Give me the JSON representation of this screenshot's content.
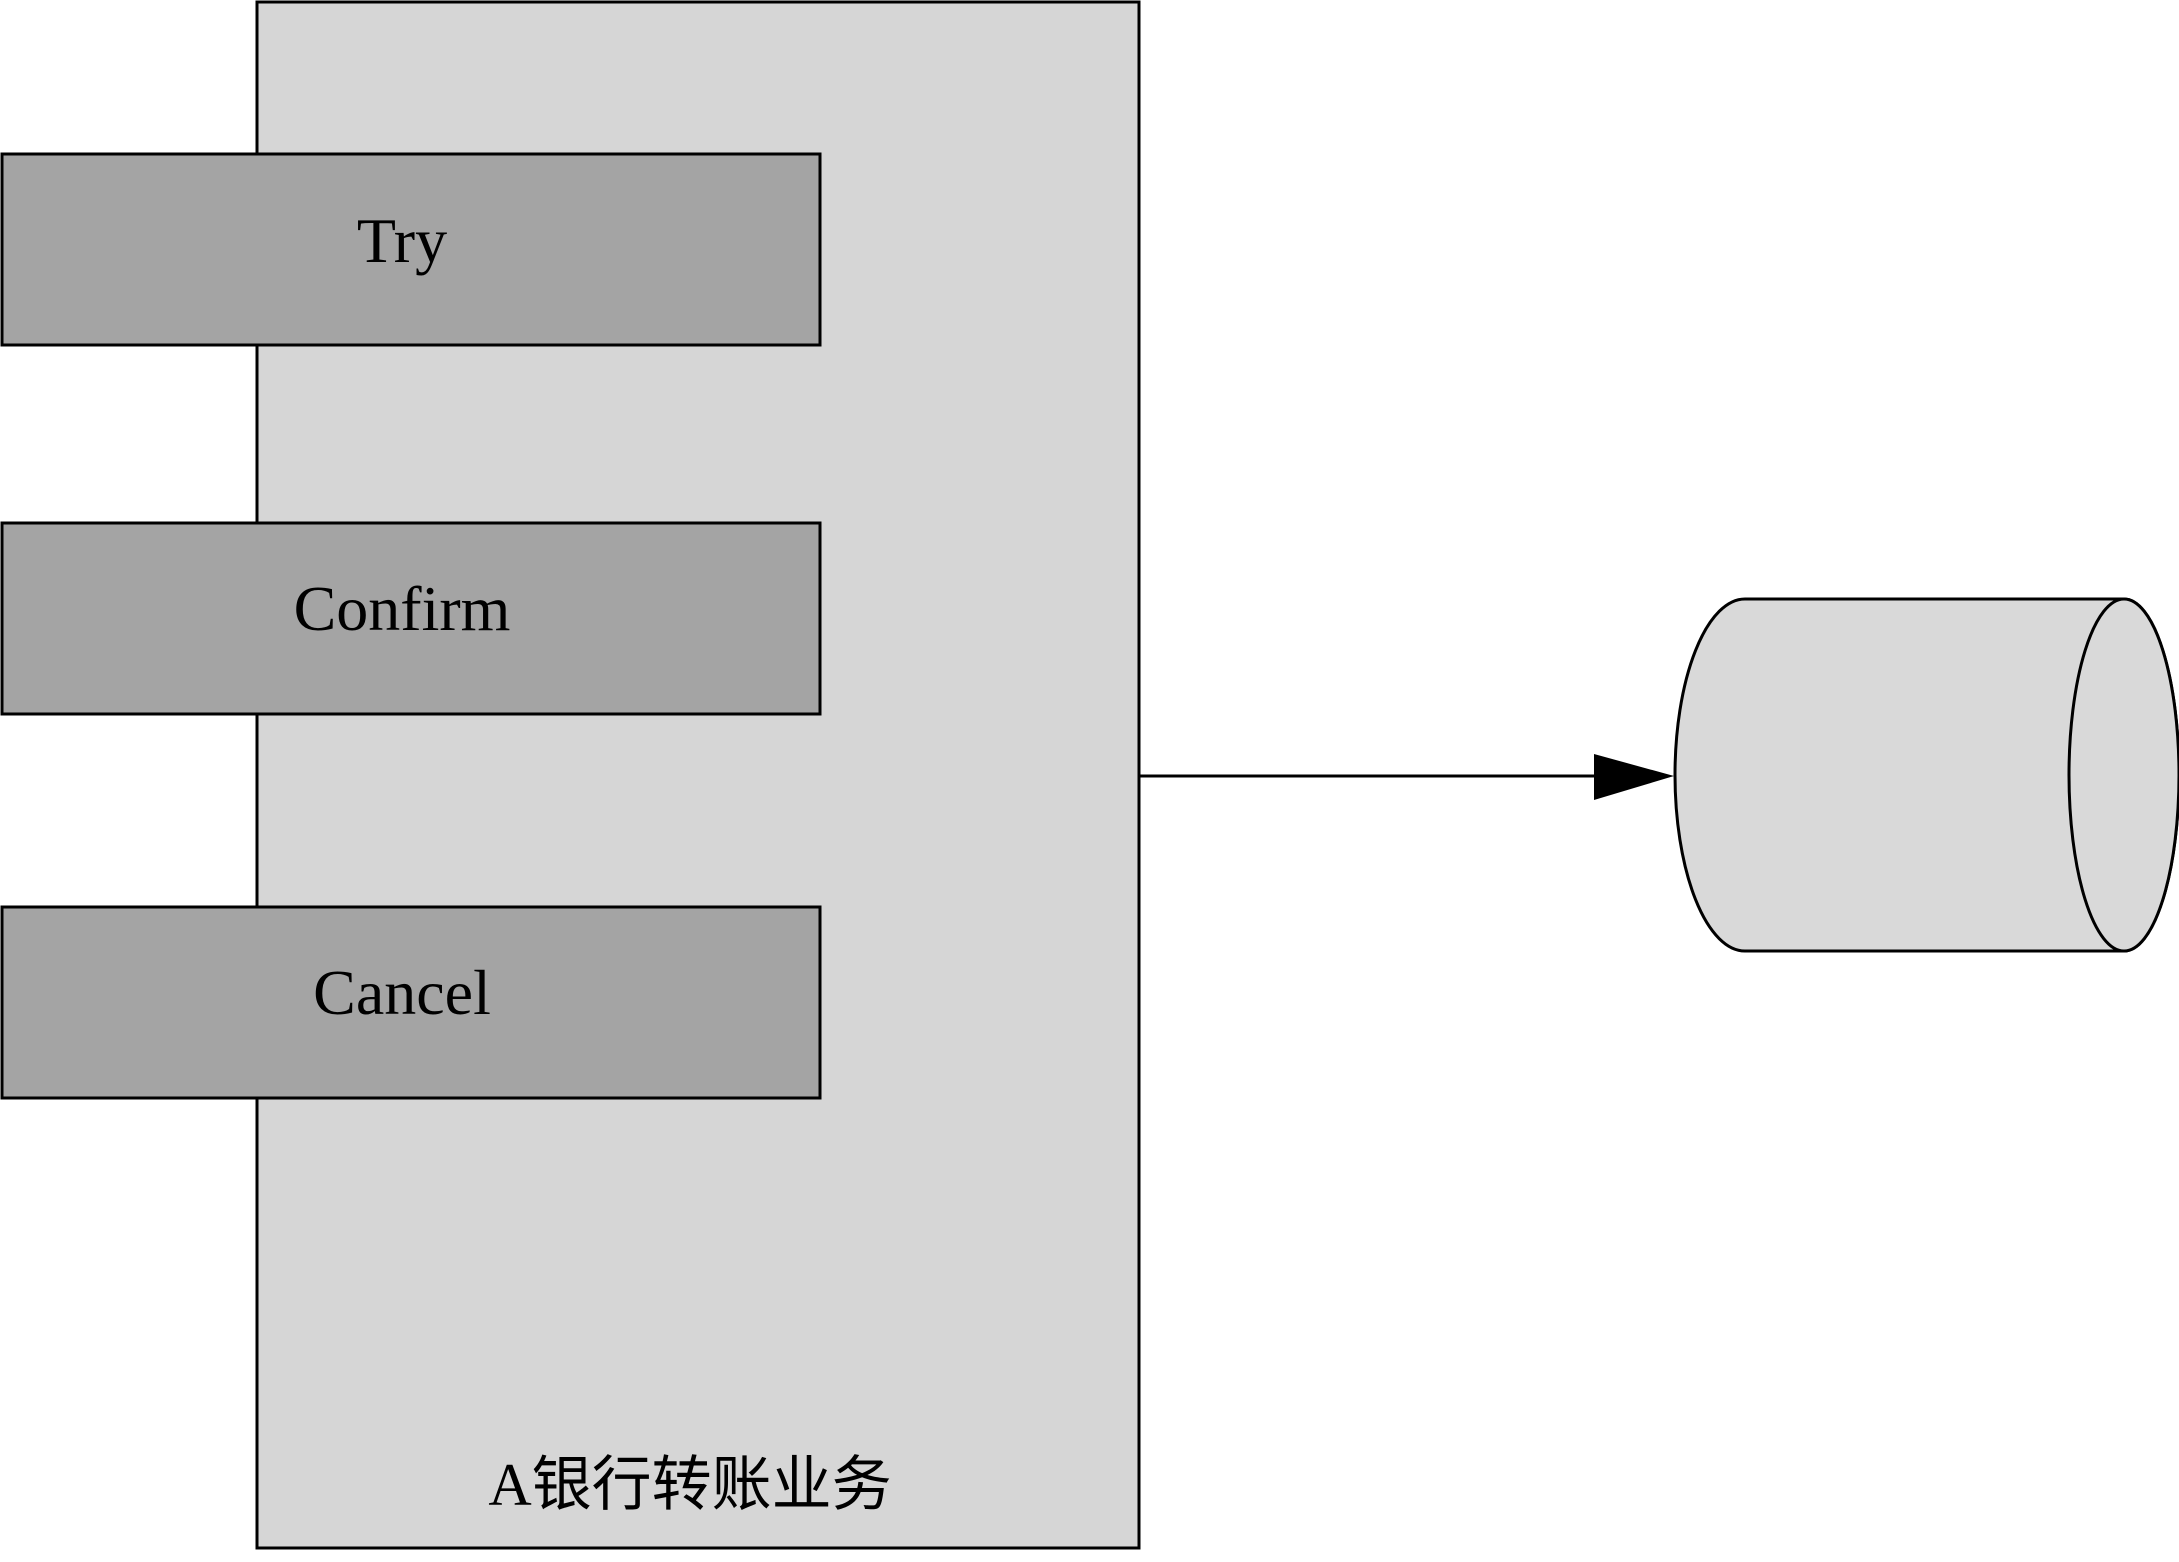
{
  "service": {
    "label": "A银行转账业务",
    "fill": "#d6d6d6"
  },
  "operations": [
    {
      "label": "Try"
    },
    {
      "label": "Confirm"
    },
    {
      "label": "Cancel"
    }
  ],
  "operation_fill": "#a4a4a4",
  "database": {
    "icon": "database-cylinder-icon",
    "fill": "#d9d9d9"
  },
  "connector": {
    "icon": "arrow-right-icon",
    "from": "service",
    "to": "database"
  },
  "stroke_color": "#000000"
}
